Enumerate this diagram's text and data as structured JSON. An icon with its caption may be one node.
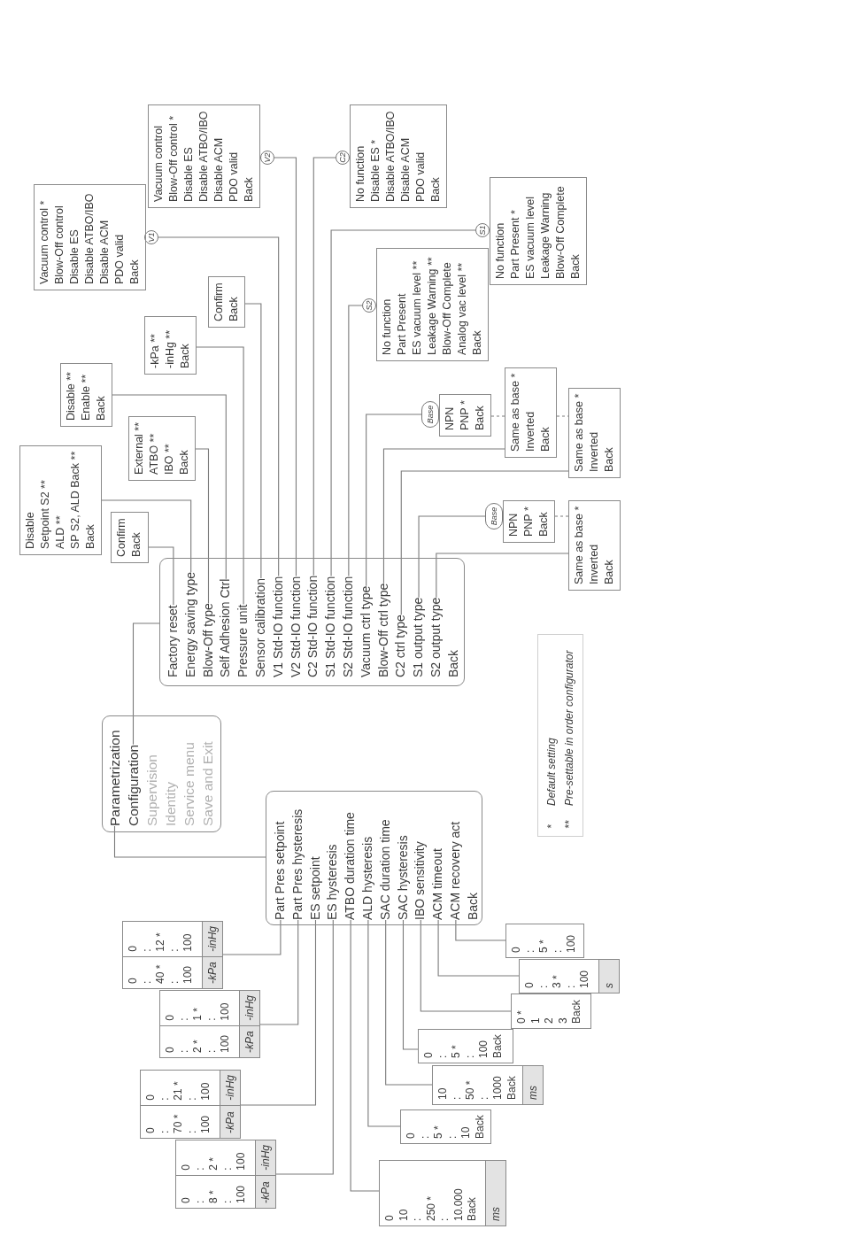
{
  "diagram": {
    "nodes": [
      {
        "text": [
          "Supervision",
          "Identity",
          "Service menu",
          "Save and Exit"
        ]
      },
      {
        "text": [
          "Parametrization"
        ],
        "in": 0
      },
      {
        "text": [
          "Configuration"
        ],
        "in": 0
      },
      {
        "text": [
          "Back"
        ]
      },
      {
        "text": [
          "Factory reset"
        ],
        "in": 3
      },
      {
        "text": [
          "Energy saving type"
        ],
        "in": 3
      },
      {
        "text": [
          "Blow-Off type"
        ],
        "in": 3
      },
      {
        "text": [
          "Self Adhesion Ctrl"
        ],
        "in": 3
      },
      {
        "text": [
          "Pressure unit"
        ],
        "in": 3
      },
      {
        "text": [
          "Sensor calibration"
        ],
        "in": 3
      },
      {
        "text": [
          "V1 Std-IO function"
        ],
        "in": 3
      },
      {
        "text": [
          "V2 Std-IO function"
        ],
        "in": 3
      },
      {
        "text": [
          "C2 Std-IO function"
        ],
        "in": 3
      },
      {
        "text": [
          "S1 Std-IO function"
        ],
        "in": 3
      },
      {
        "text": [
          "S2 Std-IO function"
        ],
        "in": 3
      },
      {
        "text": [
          "Vacuum ctrl type"
        ],
        "in": 3
      },
      {
        "text": [
          "Blow-Off ctrl type"
        ],
        "in": 3
      },
      {
        "text": [
          "C2 ctrl type"
        ],
        "in": 3
      },
      {
        "text": [
          "S1 output type"
        ],
        "in": 3
      },
      {
        "text": [
          "S2 output type"
        ],
        "in": 3
      },
      {
        "text": [
          "Back"
        ]
      },
      {
        "text": [
          "Part Pres setpoint"
        ],
        "in": 20
      },
      {
        "text": [
          "Part Pres hysteresis"
        ],
        "in": 20
      },
      {
        "text": [
          "ES setpoint"
        ],
        "in": 20
      },
      {
        "text": [
          "ES hysteresis"
        ],
        "in": 20
      },
      {
        "text": [
          "ATBO duration time"
        ],
        "in": 20
      },
      {
        "text": [
          "ALD hysteresis"
        ],
        "in": 20
      },
      {
        "text": [
          "SAC duration time"
        ],
        "in": 20
      },
      {
        "text": [
          "SAC hysteresis"
        ],
        "in": 20
      },
      {
        "text": [
          "IBO sensitivity"
        ],
        "in": 20
      },
      {
        "text": [
          "ACM timeout"
        ],
        "in": 20
      },
      {
        "text": [
          "ACM recovery act"
        ],
        "in": 20
      },
      {
        "text": [
          "Confirm",
          "Back"
        ]
      },
      {
        "text": [
          "Disable",
          "Setpoint S2 **",
          "ALD **",
          "SP S2, ALD Back **",
          "Back"
        ]
      },
      {
        "text": [
          "External **",
          "ATBO **",
          "IBO **",
          "Back"
        ]
      },
      {
        "text": [
          "Disable **",
          "Enable **",
          "Back"
        ]
      },
      {
        "text": [
          "-kPa **",
          "-inHg **",
          "Back"
        ]
      },
      {
        "text": [
          "Confirm",
          "Back"
        ]
      },
      {
        "text": [
          "V1"
        ]
      },
      {
        "text": [
          "Vacuum control *",
          "Blow-Off control",
          "Disable ES",
          "Disable ATBO/IBO",
          "Disable ACM",
          "PDO valid",
          "Back"
        ]
      },
      {
        "text": [
          "V2"
        ]
      },
      {
        "text": [
          "Vacuum control",
          "Blow-Off control *",
          "Disable ES",
          "Disable ATBO/IBO",
          "Disable ACM",
          "PDO valid",
          "Back"
        ]
      },
      {
        "text": [
          "C2"
        ]
      },
      {
        "text": [
          "No function",
          "Disable ES *",
          "Disable ATBO/IBO",
          "Disable ACM",
          "PDO valid",
          "Back"
        ]
      },
      {
        "text": [
          "S1"
        ]
      },
      {
        "text": [
          "No function",
          "Part Present *",
          "ES vacuum level",
          "Leakage Warning",
          "Blow-Off Complete",
          "Back"
        ]
      },
      {
        "text": [
          "S2"
        ]
      },
      {
        "text": [
          "No function",
          "Part Present",
          "ES vacuum level **",
          "Leakage Warning **",
          "Blow-Off Complete",
          "Analog vac level **",
          "Back"
        ]
      },
      {
        "text": [
          "Base"
        ]
      },
      {
        "text": [
          "NPN",
          "PNP *",
          "Back"
        ]
      },
      {
        "text": [
          "Same as base *",
          "Inverted",
          "Back"
        ]
      },
      {
        "text": [
          "Same as base *",
          "Inverted",
          "Back"
        ]
      },
      {
        "text": [
          "Base"
        ]
      },
      {
        "text": [
          "NPN",
          "PNP *",
          "Back"
        ]
      },
      {
        "text": [
          "Same as base *",
          "Inverted",
          "Back"
        ]
      },
      {
        "text": [
          "0",
          ":",
          "40 *",
          ":",
          "100",
          "-kPa",
          "0",
          ":",
          "12 *",
          ":",
          "100",
          "-inHg"
        ]
      },
      {
        "text": [
          "0",
          ":",
          "2 *",
          ":",
          "100",
          "-kPa",
          "0",
          ":",
          "1 *",
          ":",
          "100",
          "-inHg"
        ]
      },
      {
        "text": [
          "0",
          ":",
          "70 *",
          ":",
          "100",
          "-kPa",
          "0",
          ":",
          "21 *",
          ":",
          "100",
          "-inHg"
        ]
      },
      {
        "text": [
          "0",
          ":",
          "8 *",
          ":",
          "100",
          "-kPa",
          "0",
          ":",
          "2 *",
          ":",
          "100",
          "-inHg"
        ]
      },
      {
        "text": [
          "0",
          "10",
          ":",
          "250 *",
          ":",
          "10.000",
          "Back",
          "ms"
        ]
      },
      {
        "text": [
          "0",
          ":",
          "5 *",
          ":",
          "10",
          "Back"
        ]
      },
      {
        "text": [
          "10",
          ":",
          "50 *",
          ":",
          "1000",
          "Back",
          "ms"
        ]
      },
      {
        "text": [
          "0",
          ":",
          "5 *",
          ":",
          "100",
          "Back"
        ]
      },
      {
        "text": [
          "0 *",
          "1",
          "2",
          "3",
          "Back"
        ]
      },
      {
        "text": [
          "0",
          ":",
          "3 *",
          ":",
          "100",
          "s"
        ]
      },
      {
        "text": [
          "0",
          ":",
          "5 *",
          ":",
          "100"
        ]
      },
      {
        "text": [
          "*",
          "Default setting",
          "**",
          "Pre-settable in order configurator"
        ]
      }
    ],
    "edges": [
      {
        "from": 1,
        "to": 20,
        "arrow": "none"
      },
      {
        "from": 2,
        "to": 3,
        "arrow": "none"
      },
      {
        "from": 4,
        "to": 32,
        "arrow": "none"
      },
      {
        "from": 5,
        "to": 33,
        "arrow": "none"
      },
      {
        "from": 6,
        "to": 34,
        "arrow": "none"
      },
      {
        "from": 7,
        "to": 35,
        "arrow": "none"
      },
      {
        "from": 8,
        "to": 36,
        "arrow": "none"
      },
      {
        "from": 9,
        "to": 37,
        "arrow": "none"
      },
      {
        "from": 10,
        "to": 38,
        "arrow": "none"
      },
      {
        "from": 11,
        "to": 40,
        "arrow": "none"
      },
      {
        "from": 12,
        "to": 42,
        "arrow": "none"
      },
      {
        "from": 13,
        "to": 44,
        "arrow": "none"
      },
      {
        "from": 14,
        "to": 46,
        "arrow": "none"
      },
      {
        "from": 15,
        "to": 48,
        "arrow": "none"
      },
      {
        "from": 49,
        "to": 50,
        "arrow": "none",
        "style": "dashed"
      },
      {
        "from": 16,
        "to": 50,
        "arrow": "none"
      },
      {
        "from": 50,
        "to": 51,
        "arrow": "none",
        "style": "dashed"
      },
      {
        "from": 17,
        "to": 51,
        "arrow": "none"
      },
      {
        "from": 18,
        "to": 52,
        "arrow": "none"
      },
      {
        "from": 53,
        "to": 54,
        "arrow": "none",
        "style": "dashed"
      },
      {
        "from": 19,
        "to": 54,
        "arrow": "none"
      },
      {
        "from": 21,
        "to": 55,
        "arrow": "none"
      },
      {
        "from": 22,
        "to": 56,
        "arrow": "none"
      },
      {
        "from": 23,
        "to": 57,
        "arrow": "none"
      },
      {
        "from": 24,
        "to": 58,
        "arrow": "none"
      },
      {
        "from": 25,
        "to": 59,
        "arrow": "none"
      },
      {
        "from": 26,
        "to": 60,
        "arrow": "none"
      },
      {
        "from": 27,
        "to": 61,
        "arrow": "none"
      },
      {
        "from": 28,
        "to": 62,
        "arrow": "none"
      },
      {
        "from": 29,
        "to": 63,
        "arrow": "none"
      },
      {
        "from": 30,
        "to": 64,
        "arrow": "none"
      },
      {
        "from": 31,
        "to": 65,
        "arrow": "none"
      }
    ]
  }
}
